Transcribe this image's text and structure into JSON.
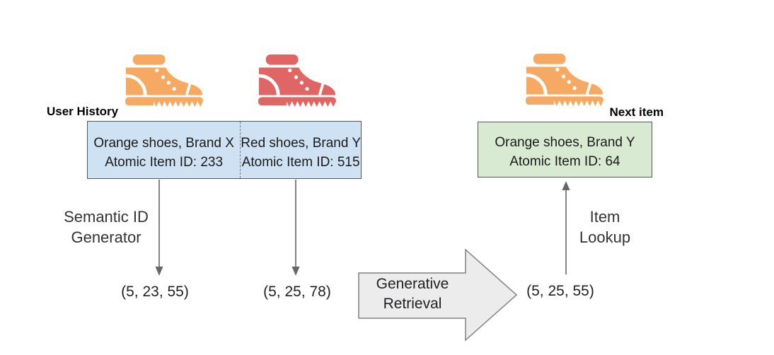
{
  "labels": {
    "user_history": "User History",
    "next_item": "Next item",
    "semantic_id_generator": "Semantic ID\nGenerator",
    "item_lookup": "Item\nLookup",
    "generative_retrieval": "Generative\nRetrieval"
  },
  "user_history_items": [
    {
      "icon": "orange-shoe-icon",
      "description": "Orange shoes, Brand X",
      "atomic_id": "Atomic Item ID: 233",
      "semantic_id": "(5, 23, 55)"
    },
    {
      "icon": "red-shoe-icon",
      "description": "Red shoes, Brand Y",
      "atomic_id": "Atomic Item ID: 515",
      "semantic_id": "(5, 25, 78)"
    }
  ],
  "next_item": {
    "icon": "orange-shoe-icon",
    "description": "Orange shoes, Brand Y",
    "atomic_id": "Atomic Item ID: 64",
    "semantic_id": "(5, 25, 55)"
  },
  "colors": {
    "shoe_orange": "#f5a962",
    "shoe_red": "#e06666",
    "history_box_fill": "#cfe2f3",
    "next_box_fill": "#d9ead3",
    "box_border": "#555555",
    "arrow": "#666666",
    "block_arrow_fill": "#ececec",
    "block_arrow_border": "#808080"
  }
}
